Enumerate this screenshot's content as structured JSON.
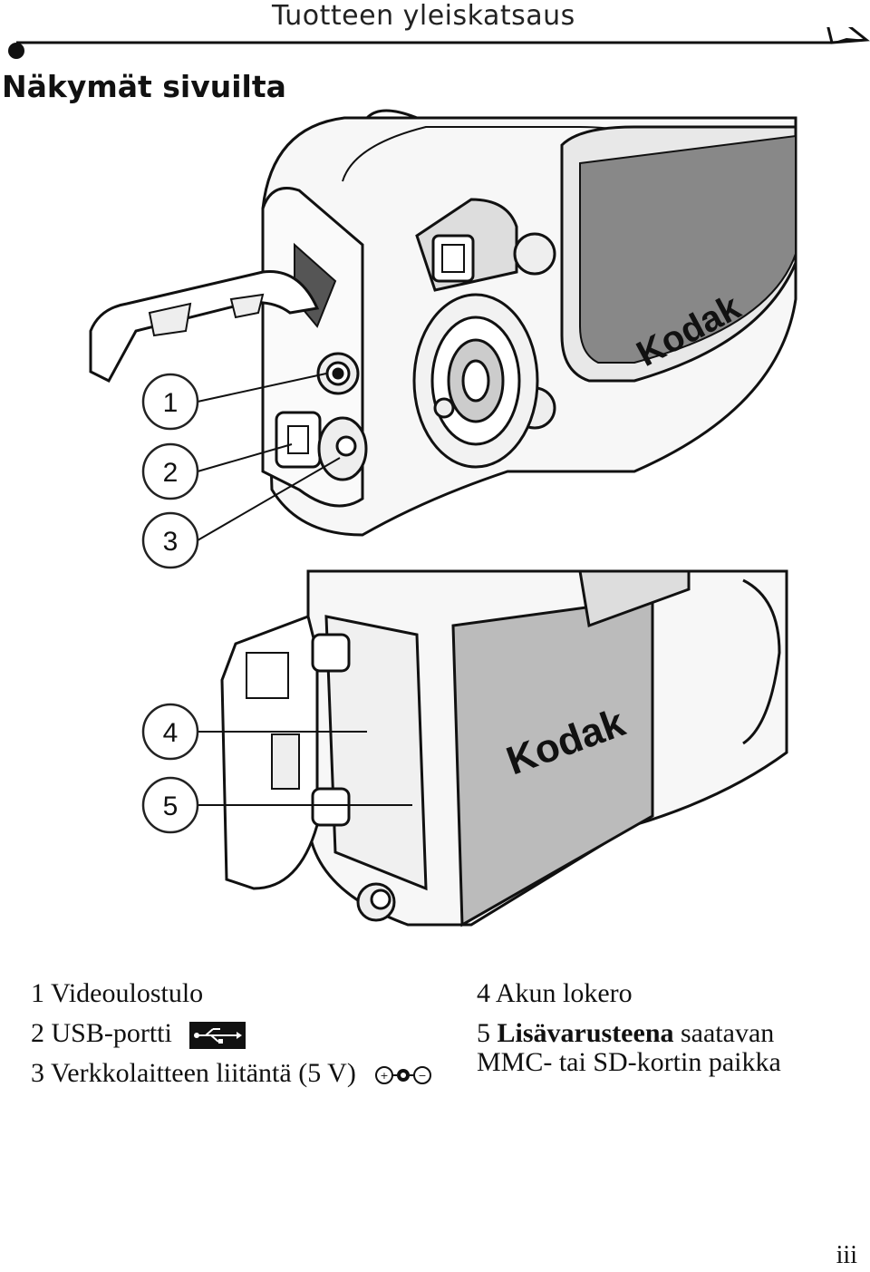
{
  "header": {
    "title": "Tuotteen yleiskatsaus"
  },
  "section": {
    "title": "Näkymät sivuilta"
  },
  "callouts": [
    "1",
    "2",
    "3",
    "4",
    "5"
  ],
  "brand": "Kodak",
  "legend": {
    "item1": {
      "num": "1",
      "text": "Videoulostulo"
    },
    "item2": {
      "num": "2",
      "text": "USB-portti",
      "icon": "usb-icon"
    },
    "item3": {
      "num": "3",
      "text": "Verkkolaitteen liitäntä (5 V)",
      "icon": "dc-polarity-icon"
    },
    "item4": {
      "num": "4",
      "text": "Akun lokero"
    },
    "item5": {
      "num": "5",
      "bold_text": "Lisävarusteena",
      "text_after": "saatavan",
      "text_line2": "MMC- tai SD-kortin paikka"
    }
  },
  "page_number": "iii"
}
